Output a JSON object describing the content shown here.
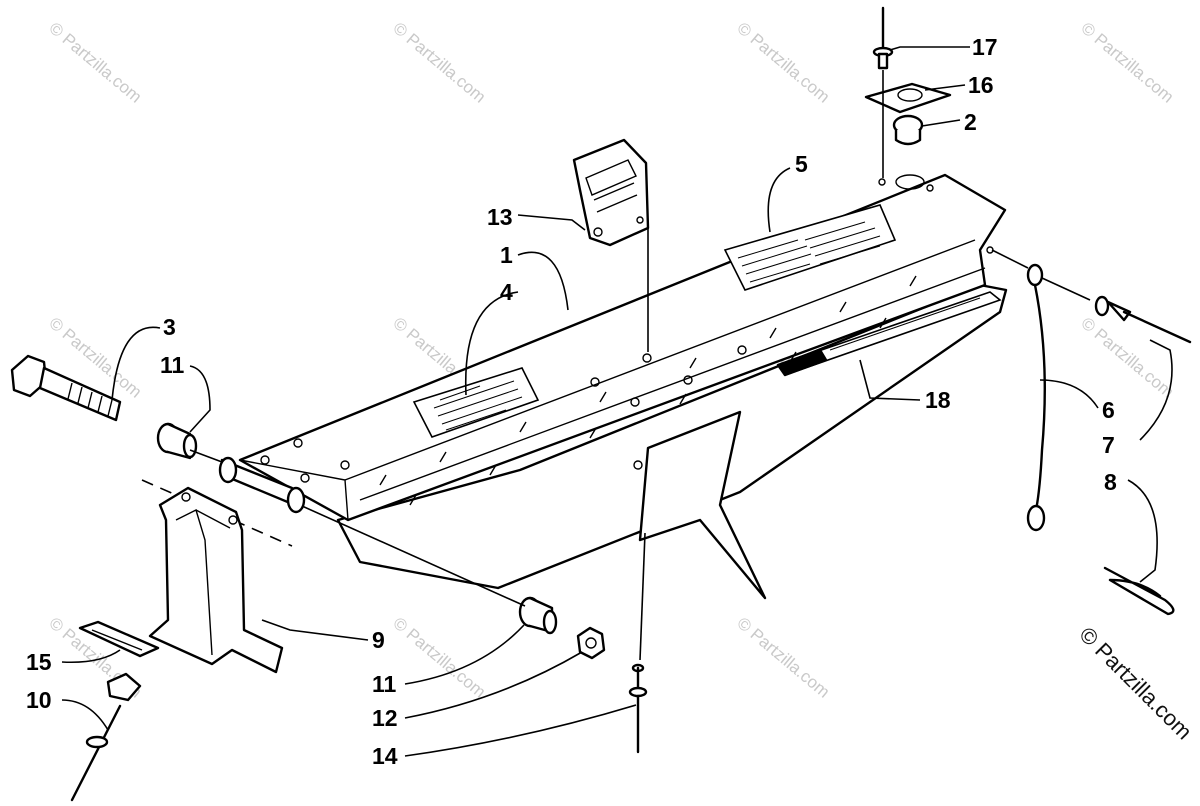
{
  "watermark": "© Partzilla.com",
  "copyright": "© Partzilla.com",
  "callouts": [
    {
      "id": "1",
      "text": "1"
    },
    {
      "id": "2",
      "text": "2"
    },
    {
      "id": "3",
      "text": "3"
    },
    {
      "id": "4",
      "text": "4"
    },
    {
      "id": "5",
      "text": "5"
    },
    {
      "id": "6",
      "text": "6"
    },
    {
      "id": "7",
      "text": "7"
    },
    {
      "id": "8",
      "text": "8"
    },
    {
      "id": "9",
      "text": "9"
    },
    {
      "id": "10",
      "text": "10"
    },
    {
      "id": "11a",
      "text": "11"
    },
    {
      "id": "11b",
      "text": "11"
    },
    {
      "id": "12",
      "text": "12"
    },
    {
      "id": "13",
      "text": "13"
    },
    {
      "id": "14",
      "text": "14"
    },
    {
      "id": "15",
      "text": "15"
    },
    {
      "id": "16",
      "text": "16"
    },
    {
      "id": "17",
      "text": "17"
    },
    {
      "id": "18",
      "text": "18"
    }
  ]
}
